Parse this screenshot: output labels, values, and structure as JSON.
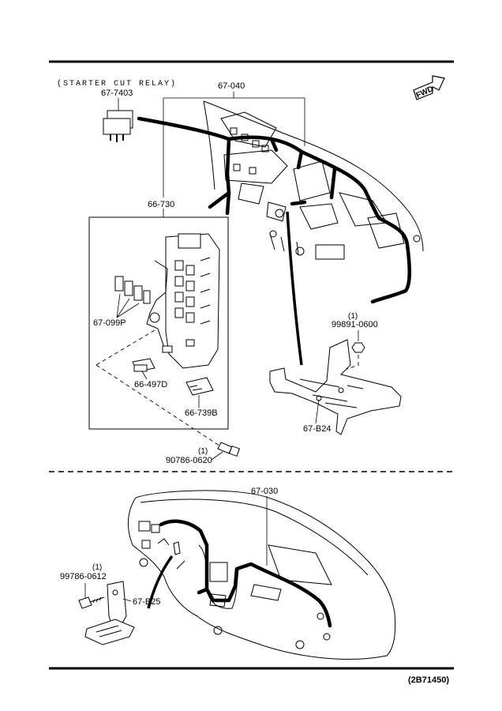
{
  "caption": "(STARTER CUT RELAY)",
  "fwd_label": "FWD",
  "figure_code": "(2B71450)",
  "parts": {
    "relay": "67-7403",
    "harness_top": "67-040",
    "fuse_block": "66-730",
    "connector_p": "67-099P",
    "cover_d": "66-497D",
    "clip_b": "66-739B",
    "nut_qty": "(1)",
    "nut": "99891-0600",
    "bracket_b24": "67-B24",
    "bolt_qty": "(1)",
    "bolt": "90786-0620",
    "harness_dash": "67-030",
    "bolt2_qty": "(1)",
    "bolt2": "99786-0612",
    "bracket_b25": "67-B25"
  }
}
